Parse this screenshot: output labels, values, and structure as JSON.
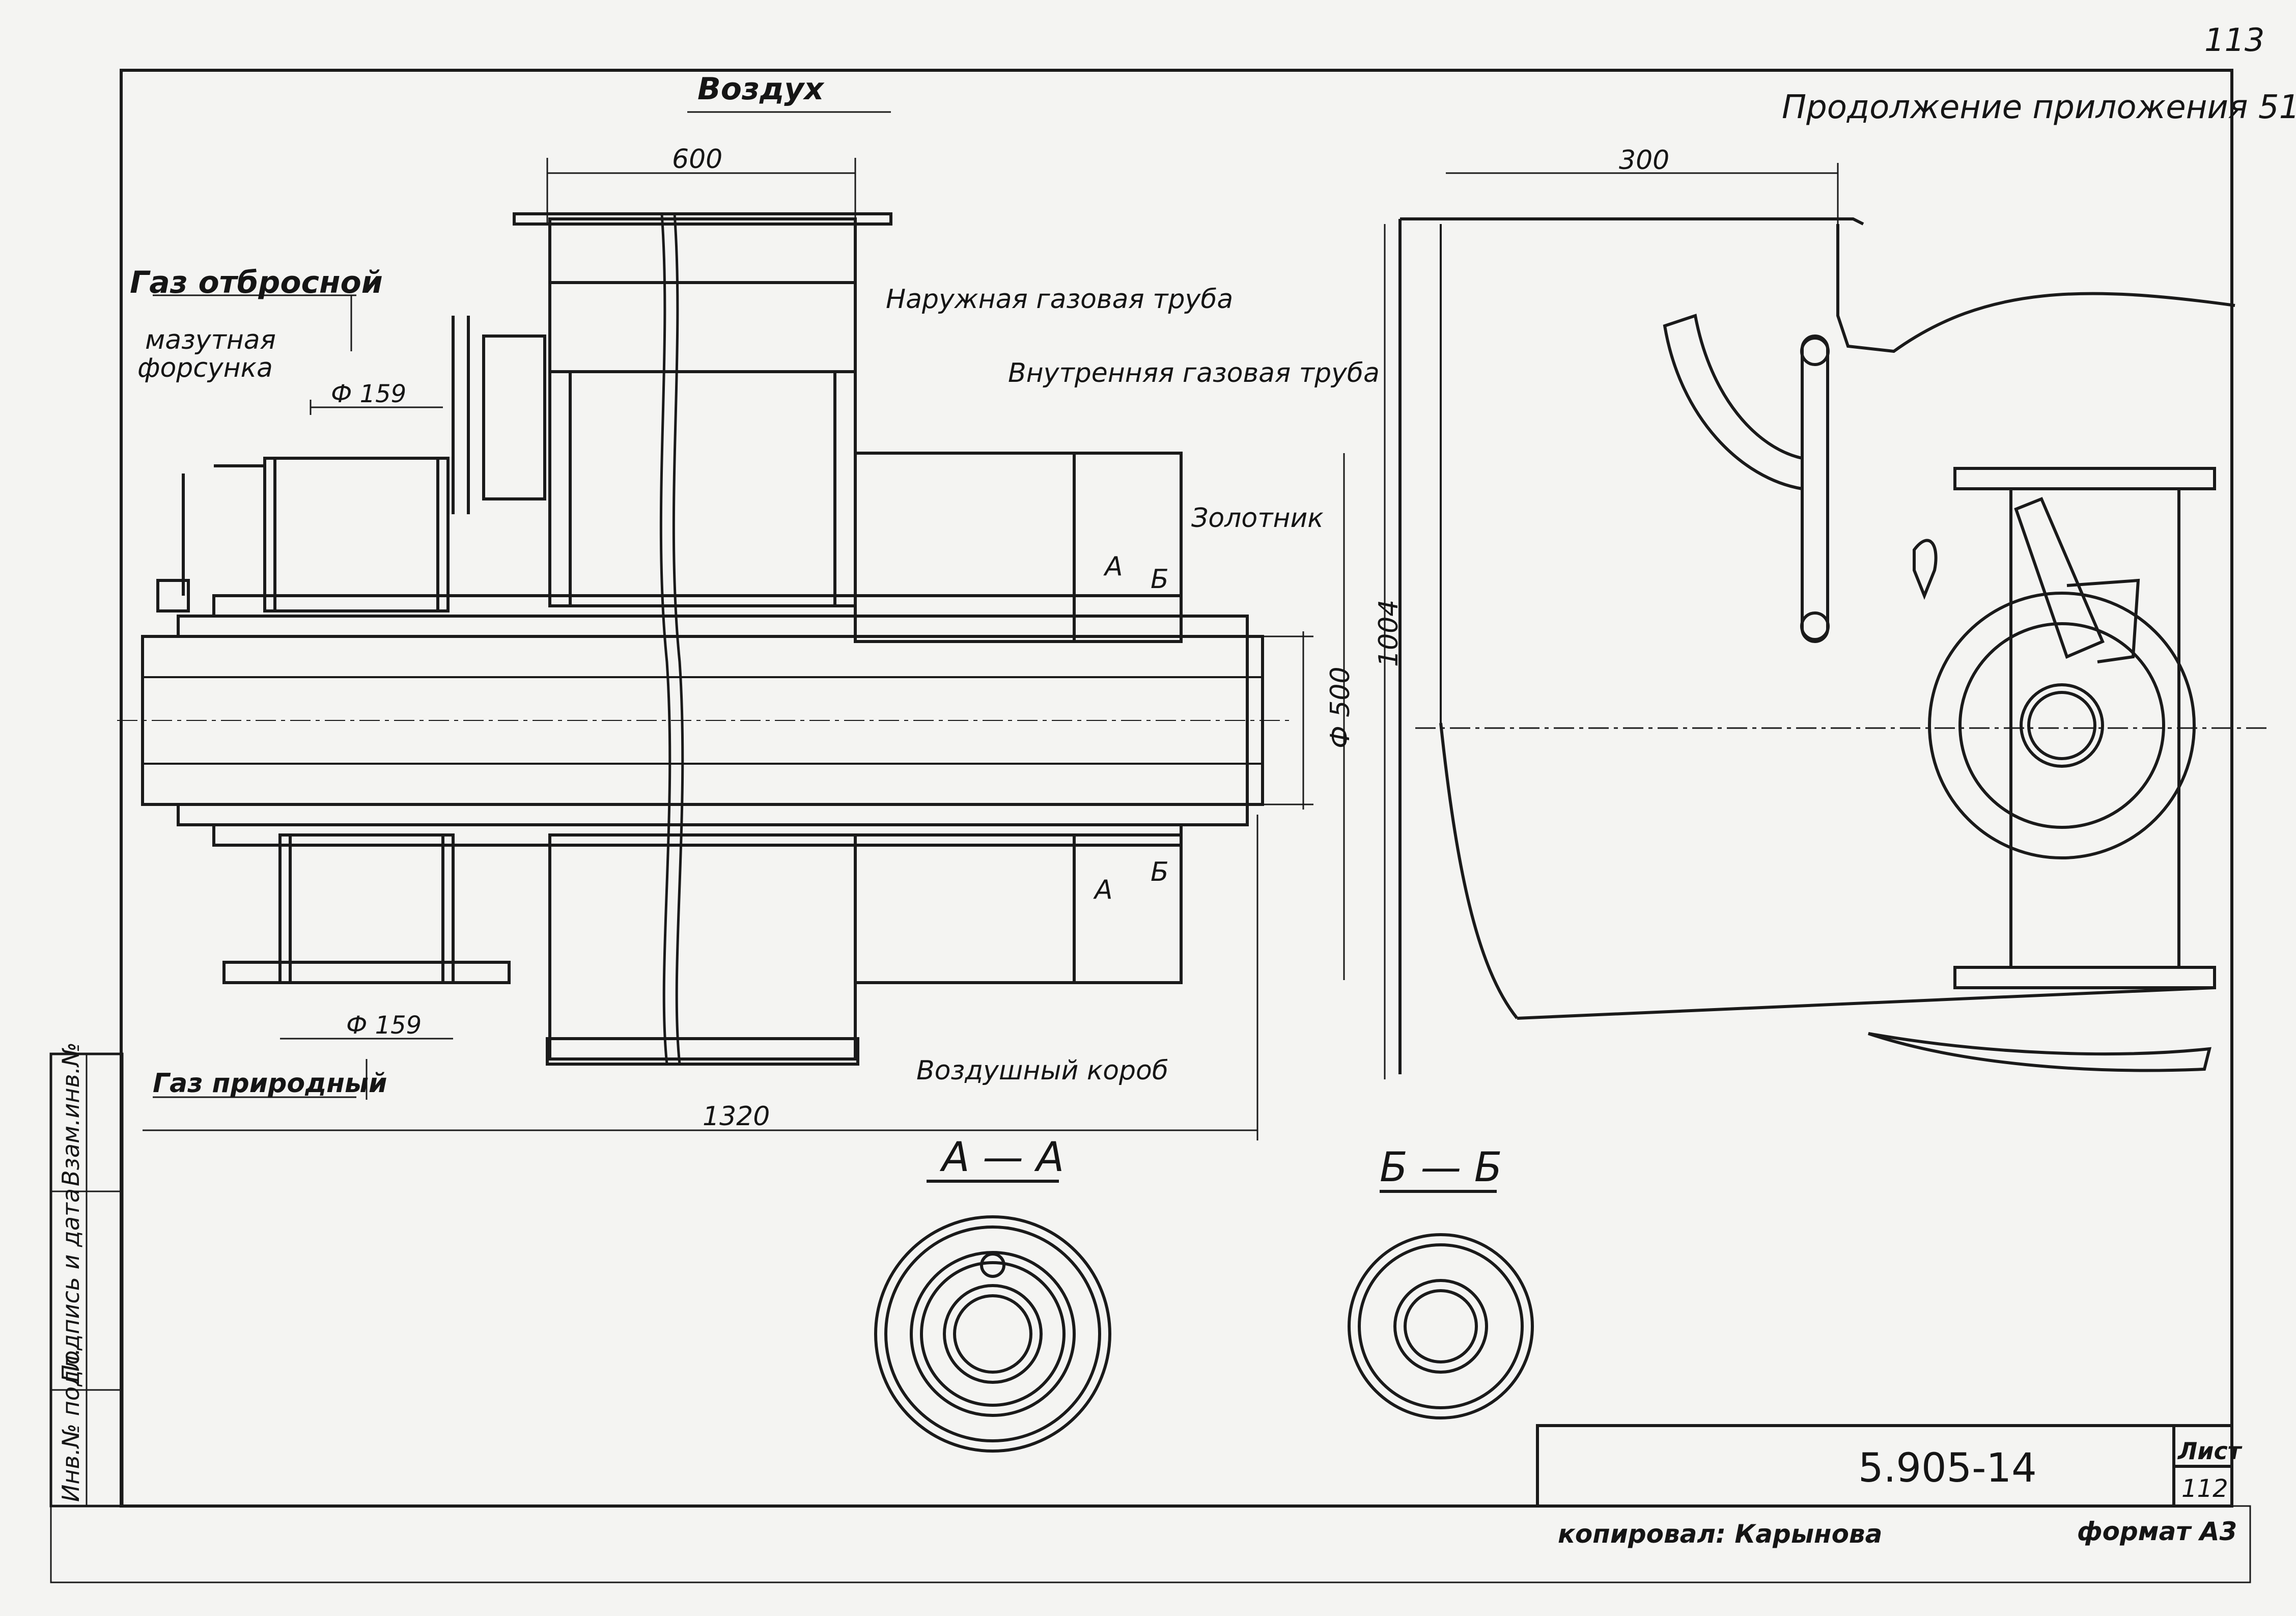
{
  "sheet": {
    "page_number": "113",
    "continuation": "Продолжение приложения 51",
    "designation": "5.905-14",
    "sheet_label": "Лист",
    "sheet_number": "112",
    "copied_by": "копировал: Карынова",
    "format": "формат А3"
  },
  "side_stamp": {
    "inv_original": "Инв.№ подл.",
    "sign_date": "Подпись и дата",
    "replaces_inv": "Взам.инв.№"
  },
  "labels": {
    "air": "Воздух",
    "gas_waste_1": "Газ отбросной",
    "fuel_nozzle_1": "мазутная",
    "fuel_nozzle_2": "форсунка",
    "outer_gas_pipe": "Наружная газовая труба",
    "inner_gas_pipe": "Внутренняя газовая труба",
    "spool": "Золотник",
    "air_box": "Воздушный короб",
    "natural_gas": "Газ природный",
    "marker_a": "А",
    "marker_b": "Б"
  },
  "dimensions": {
    "d600": "600",
    "d159_top": "Ф 159",
    "d159_bottom": "Ф 159",
    "d500": "Ф 500",
    "d1320": "1320",
    "d300": "300",
    "d1004": "1004"
  },
  "sections": {
    "aa": "А — А",
    "bb": "Б — Б"
  }
}
